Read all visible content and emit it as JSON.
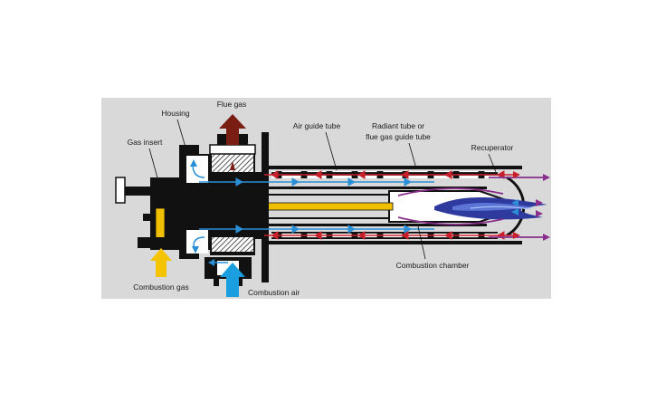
{
  "labels": {
    "flue_gas": "Flue gas",
    "housing": "Housing",
    "gas_insert": "Gas insert",
    "air_guide_tube": "Air guide tube",
    "radiant_tube_line1": "Radiant tube or",
    "radiant_tube_line2": "flue gas guide tube",
    "recuperator": "Recuperator",
    "combustion_chamber": "Combustion chamber",
    "combustion_gas": "Combustion gas",
    "combustion_air": "Combustion air"
  },
  "colors": {
    "panel_background": "#d9d9d9",
    "flue_gas_arrow": "#7a1e14",
    "combustion_gas_arrow": "#f5c400",
    "combustion_air_arrow": "#1a9ee0",
    "hot_flow": "#c8202b",
    "cold_flow": "#2a8fd6",
    "mixed_flow": "#8a2f8c",
    "gas_pipe": "#f0c000",
    "flame": "#2f3a9e"
  }
}
